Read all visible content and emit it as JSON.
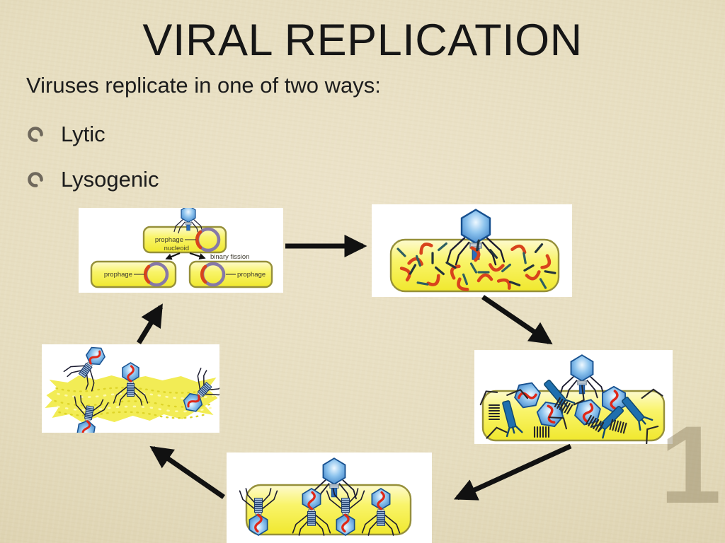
{
  "slide": {
    "title": "VIRAL REPLICATION",
    "intro": "Viruses replicate in one of two ways:",
    "bullets": [
      {
        "label": "Lytic"
      },
      {
        "label": "Lysogenic"
      }
    ],
    "page_number": "1"
  },
  "diagram": {
    "panel_labels": {
      "prophage_top": "prophage",
      "nucleoid": "nucleoid",
      "binary_fission": "binary fission",
      "prophage_left": "prophage",
      "prophage_right": "prophage"
    }
  },
  "colors": {
    "background": "#e5dcbe",
    "panel_background": "#ffffff",
    "cell_yellow": "#f7f04a",
    "cell_border": "#96903a",
    "phage_blue": "#5a9fd8",
    "phage_outline": "#17508f",
    "dna_red": "#d8431c",
    "dash_teal": "#2e5f62",
    "ring_purple": "#8678a8",
    "arrow_black": "#111111",
    "bullet_ring_gray": "#6f685c",
    "page_number_tan": "#887b59"
  },
  "icons": {
    "bullet": "open-ring-icon",
    "phage": "bacteriophage-icon",
    "arrow": "cycle-arrow-icon"
  }
}
